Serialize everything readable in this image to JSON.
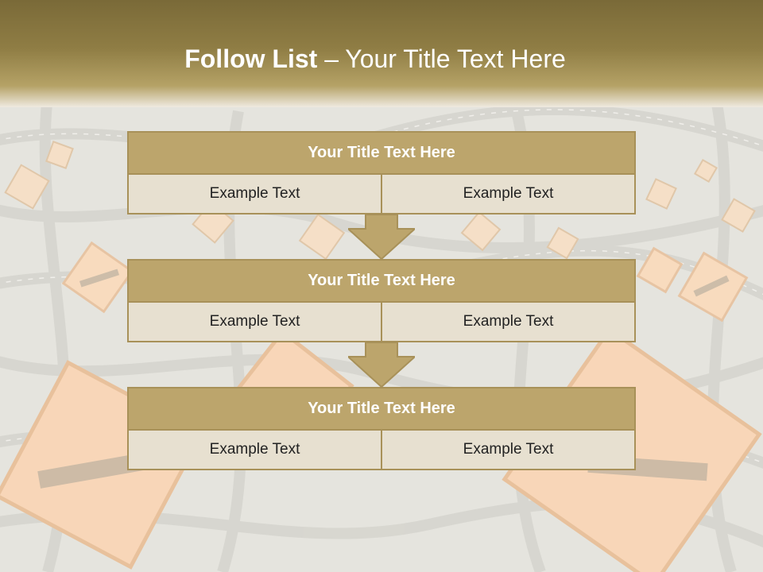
{
  "slide": {
    "title_bold": "Follow List",
    "title_rest": " – Your Title Text Here",
    "blocks": [
      {
        "title": "Your Title Text Here",
        "left": "Example Text",
        "right": "Example Text"
      },
      {
        "title": "Your Title Text Here",
        "left": "Example Text",
        "right": "Example Text"
      },
      {
        "title": "Your Title Text Here",
        "left": "Example Text",
        "right": "Example Text"
      }
    ]
  },
  "colors": {
    "header": "#8f7d44",
    "block_title": "#bca56c",
    "block_cell": "#e7e0d0",
    "border": "#a89159",
    "arrow": "#bca56c",
    "sign": "#f6c9a0"
  },
  "icons": [
    "down-arrow-icon",
    "road-sign-icon"
  ]
}
